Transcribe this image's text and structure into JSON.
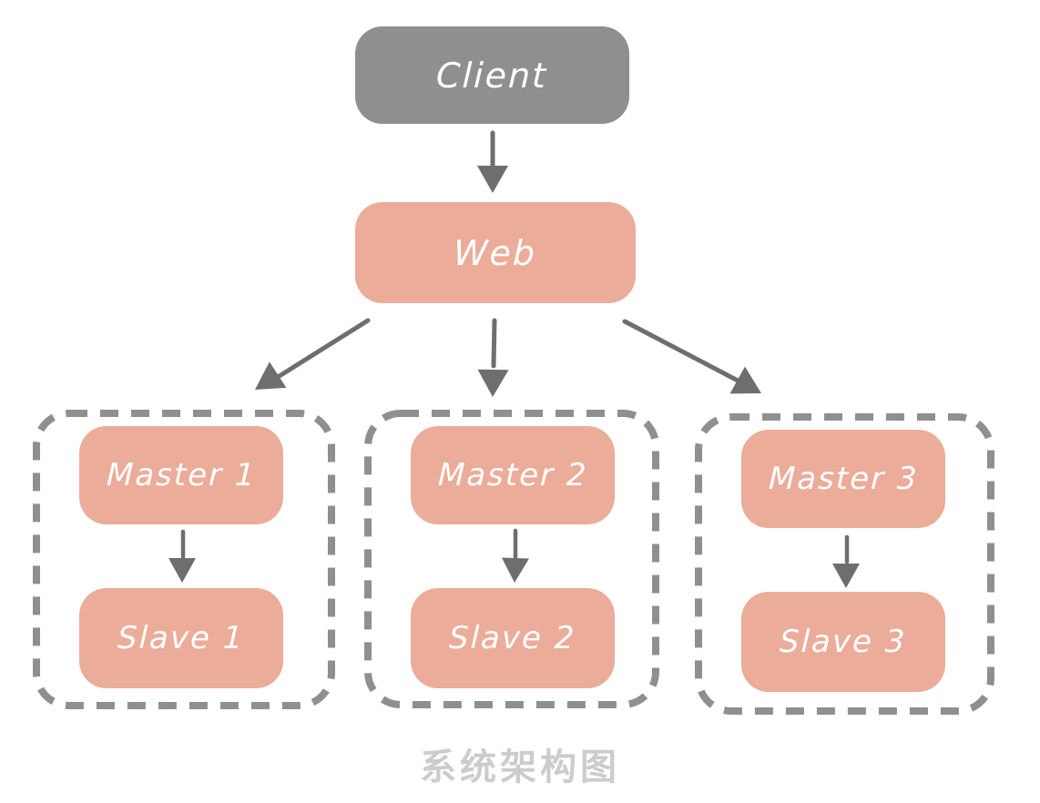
{
  "caption": "系统架构图",
  "nodes": {
    "client": "Client",
    "web": "Web"
  },
  "groups": [
    {
      "master": "Master 1",
      "slave": "Slave 1"
    },
    {
      "master": "Master 2",
      "slave": "Slave 2"
    },
    {
      "master": "Master 3",
      "slave": "Slave 3"
    }
  ],
  "edges": [
    {
      "from": "Client",
      "to": "Web"
    },
    {
      "from": "Web",
      "to": "Master 1"
    },
    {
      "from": "Web",
      "to": "Master 2"
    },
    {
      "from": "Web",
      "to": "Master 3"
    },
    {
      "from": "Master 1",
      "to": "Slave 1"
    },
    {
      "from": "Master 2",
      "to": "Slave 2"
    },
    {
      "from": "Master 3",
      "to": "Slave 3"
    }
  ],
  "colors": {
    "node_gray": "#8f8f8f",
    "node_salmon": "#ebac9a",
    "arrow": "#6e6e6e",
    "group_border": "#8f8f8f",
    "node_text": "#ffffff",
    "caption_text": "#cccccc",
    "background": "#ffffff"
  }
}
